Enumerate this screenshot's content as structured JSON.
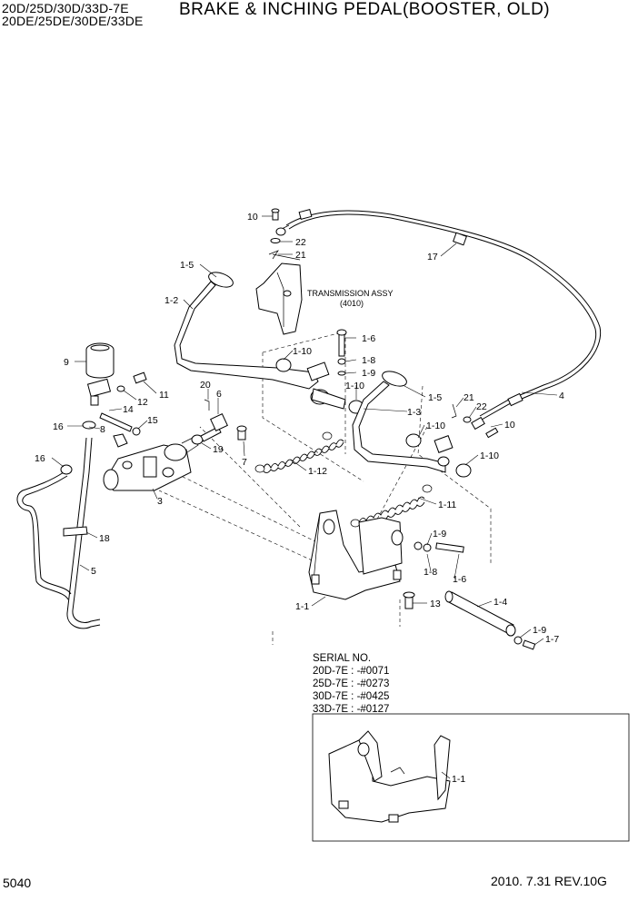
{
  "header": {
    "model_line1": "20D/25D/30D/33D-7E",
    "model_line2": "20DE/25DE/30DE/33DE",
    "title": "BRAKE & INCHING PEDAL(BOOSTER, OLD)"
  },
  "annotations": {
    "transmission_line1": "TRANSMISSION ASSY",
    "transmission_line2": "(4010)"
  },
  "serial_note": {
    "heading": "SERIAL NO.",
    "lines": [
      "20D-7E : -#0071",
      "25D-7E : -#0273",
      "30D-7E : -#0425",
      "33D-7E : -#0127"
    ]
  },
  "callouts": {
    "c10_top": "10",
    "c22_top": "22",
    "c21_top": "21",
    "c17": "17",
    "c1_5_left": "1-5",
    "c1_2": "1-2",
    "c1_6_top": "1-6",
    "c1_10_a": "1-10",
    "c1_8_top": "1-8",
    "c1_9_top": "1-9",
    "c1_10_b": "1-10",
    "c9": "9",
    "c11": "11",
    "c12": "12",
    "c14": "14",
    "c20": "20",
    "c6": "6",
    "c1_5_right": "1-5",
    "c21_right": "21",
    "c22_right": "22",
    "c4": "4",
    "c1_3": "1-3",
    "c1_10_c": "1-10",
    "c10_right": "10",
    "c16_a": "16",
    "c8": "8",
    "c15": "15",
    "c19": "19",
    "c7": "7",
    "c1_10_d": "1-10",
    "c1_12": "1-12",
    "c16_b": "16",
    "c3": "3",
    "c1_11": "1-11",
    "c18": "18",
    "c1_9_mid": "1-9",
    "c5": "5",
    "c1_8_mid": "1-8",
    "c1_6_mid": "1-6",
    "c1_1": "1-1",
    "c13": "13",
    "c1_4": "1-4",
    "c1_9_bot": "1-9",
    "c1_7": "1-7",
    "c1_1_inset": "1-1"
  },
  "footer": {
    "page_number": "5040",
    "date_rev": "2010. 7.31  REV.10G"
  }
}
